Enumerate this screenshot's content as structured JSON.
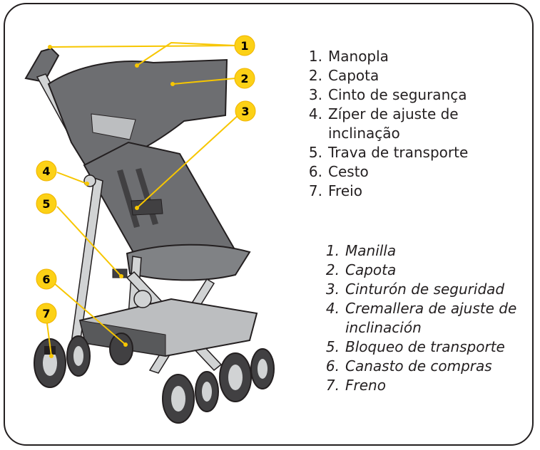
{
  "callouts": [
    {
      "number": "1",
      "label_pt": "Manopla",
      "label_es": "Manilla"
    },
    {
      "number": "2",
      "label_pt": "Capota",
      "label_es": "Capota"
    },
    {
      "number": "3",
      "label_pt": "Cinto de segurança",
      "label_es": "Cinturón de seguridad"
    },
    {
      "number": "4",
      "label_pt": "Zíper de ajuste de",
      "label_pt_2": "inclinação",
      "label_es": "Cremallera de ajuste de",
      "label_es_2": "inclinación"
    },
    {
      "number": "5",
      "label_pt": "Trava de transporte",
      "label_es": "Bloqueo de transporte"
    },
    {
      "number": "6",
      "label_pt": "Cesto",
      "label_es": "Canasto de compras"
    },
    {
      "number": "7",
      "label_pt": "Freio",
      "label_es": "Freno"
    }
  ],
  "colors": {
    "badge_fill": "#fcd116",
    "leader_line": "#f7c600",
    "fabric": "#6d6e71",
    "fabric_dark": "#58595b",
    "frame_metal": "#d1d3d4",
    "wheel": "#414042",
    "outline": "#231f20"
  }
}
